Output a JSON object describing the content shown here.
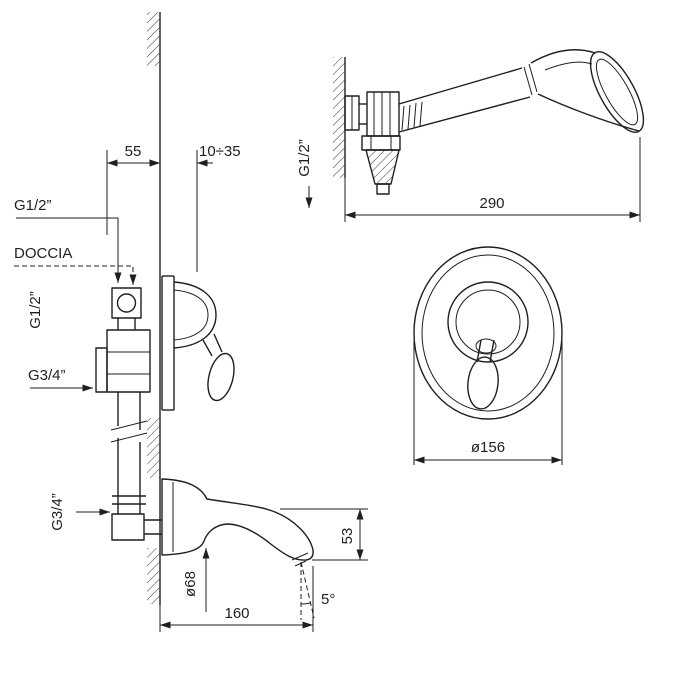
{
  "colors": {
    "line": "#1f1f1f",
    "background": "#ffffff"
  },
  "side_view": {
    "dim_depth": "55",
    "dim_wall_range": "10÷35",
    "label_shower_thread": "G1/2”",
    "label_doccia": "DOCCIA",
    "label_riser_thread": "G1/2”",
    "label_inlet_thread": "G3/4”",
    "label_spout_thread": "G3/4”",
    "dim_spout_dia": "ø68",
    "dim_spout_drop": "53",
    "dim_spout_reach": "160",
    "dim_outlet_angle": "5°"
  },
  "shower_view": {
    "label_hose_thread": "G1/2”",
    "dim_reach": "290"
  },
  "front_view": {
    "dim_plate_dia": "ø156"
  }
}
